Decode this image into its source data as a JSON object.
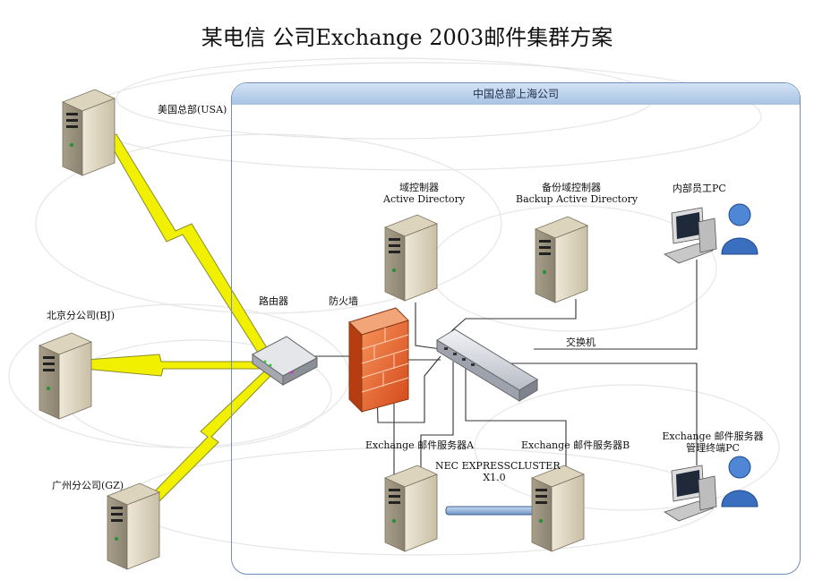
{
  "title": "某电信 公司Exchange 2003邮件集群方案",
  "region": {
    "header": "中国总部上海公司"
  },
  "nodes": {
    "usa": "美国总部(USA)",
    "bj": "北京分公司(BJ)",
    "gz": "广州分公司(GZ)",
    "router": "路由器",
    "firewall": "防火墙",
    "switch": "交换机",
    "dc_line1": "域控制器",
    "dc_line2": "Active Directory",
    "bdc_line1": "备份域控制器",
    "bdc_line2": "Backup Active Directory",
    "pc": "内部员工PC",
    "mail_a": "Exchange 邮件服务器A",
    "mail_b": "Exchange 邮件服务器B",
    "cluster_line1": "NEC EXPRESSCLUSTER",
    "cluster_line2": "X1.0",
    "admin_line1": "Exchange 邮件服务器",
    "admin_line2": "管理终端PC"
  },
  "colors": {
    "region_border": "#6f8fb4",
    "link_bolt": "#f0f000",
    "firewall": "#e8632a",
    "user": "#3a6fc0"
  },
  "icons": [
    "server-icon",
    "router-icon",
    "firewall-icon",
    "switch-icon",
    "pc-icon",
    "user-icon",
    "lightning-link-icon"
  ]
}
